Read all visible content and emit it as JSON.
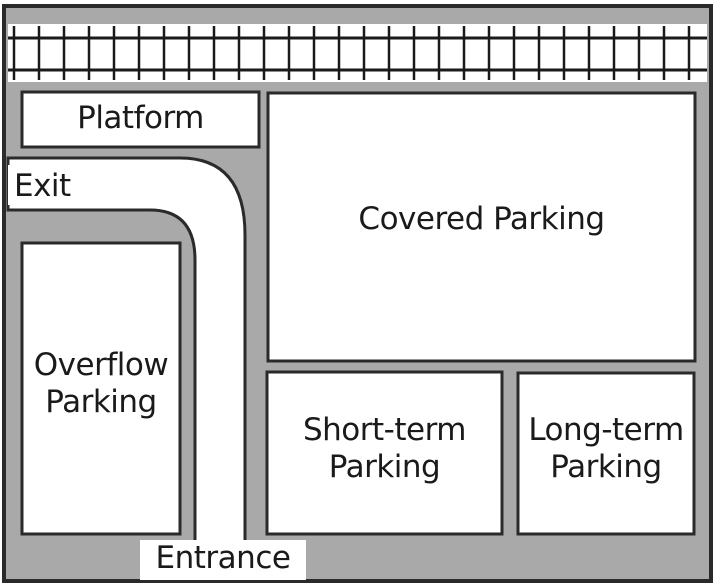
{
  "labels": {
    "platform": "Platform",
    "exit": "Exit",
    "covered": "Covered Parking",
    "overflow": [
      "Overflow",
      "Parking"
    ],
    "short_term": [
      "Short-term",
      "Parking"
    ],
    "long_term": [
      "Long-term",
      "Parking"
    ],
    "entrance": "Entrance"
  },
  "colors": {
    "ground": "#a9a9a9",
    "lot": "#ffffff",
    "outline": "#2a2a2a",
    "track": "#1a1a1a"
  }
}
